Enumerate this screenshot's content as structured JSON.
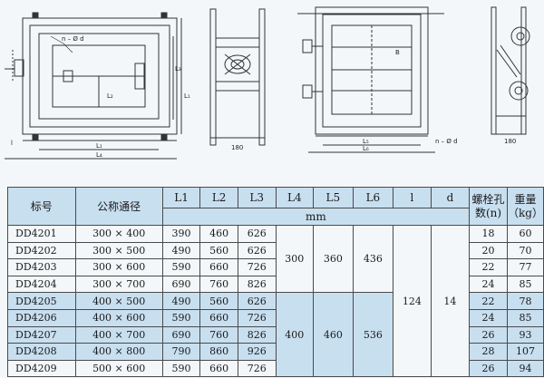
{
  "drawing_labels": {
    "hole": "n – Ø d",
    "l1": "L₁",
    "l2": "L₂",
    "l3": "L₃",
    "l4": "L₄",
    "l5": "L₅",
    "l6": "L₆",
    "l": "l",
    "side_width": "180",
    "b": "B",
    "hole2": "n – Ø d",
    "side_width2": "180"
  },
  "table": {
    "headers": {
      "model": "标号",
      "nominal": "公称通径",
      "l1": "L1",
      "l2": "L2",
      "l3": "L3",
      "l4": "L4",
      "l5": "L5",
      "l6": "L6",
      "l": "l",
      "d": "d",
      "bolts_line1": "螺栓孔",
      "bolts_line2": "数(n)",
      "weight_line1": "重量",
      "weight_line2": "（kg）",
      "unit": "mm"
    },
    "group1": {
      "l4": "300",
      "l5": "360",
      "l6": "436"
    },
    "group2": {
      "l4": "400",
      "l5": "460",
      "l6": "536",
      "l": "124",
      "d": "14"
    },
    "rows": [
      {
        "model": "DD4201",
        "nominal": "300 × 400",
        "l1": "390",
        "l2": "460",
        "l3": "626",
        "n": "18",
        "kg": "60"
      },
      {
        "model": "DD4202",
        "nominal": "300 × 500",
        "l1": "490",
        "l2": "560",
        "l3": "626",
        "n": "20",
        "kg": "70"
      },
      {
        "model": "DD4203",
        "nominal": "300 × 600",
        "l1": "590",
        "l2": "660",
        "l3": "726",
        "n": "22",
        "kg": "77"
      },
      {
        "model": "DD4204",
        "nominal": "300 × 700",
        "l1": "690",
        "l2": "760",
        "l3": "826",
        "n": "24",
        "kg": "85"
      },
      {
        "model": "DD4205",
        "nominal": "400 × 500",
        "l1": "490",
        "l2": "560",
        "l3": "626",
        "n": "22",
        "kg": "78"
      },
      {
        "model": "DD4206",
        "nominal": "400 × 600",
        "l1": "590",
        "l2": "660",
        "l3": "726",
        "n": "24",
        "kg": "85"
      },
      {
        "model": "DD4207",
        "nominal": "400 × 700",
        "l1": "690",
        "l2": "760",
        "l3": "826",
        "n": "26",
        "kg": "93"
      },
      {
        "model": "DD4208",
        "nominal": "400 × 800",
        "l1": "790",
        "l2": "860",
        "l3": "926",
        "n": "28",
        "kg": "107"
      },
      {
        "model": "DD4209",
        "nominal": "500 × 600",
        "l1": "590",
        "l2": "660",
        "l3": "726",
        "n": "26",
        "kg": "94"
      }
    ]
  },
  "colors": {
    "header_bg": "#c8dff0",
    "line": "#333333",
    "paper": "#f4f7fa"
  }
}
